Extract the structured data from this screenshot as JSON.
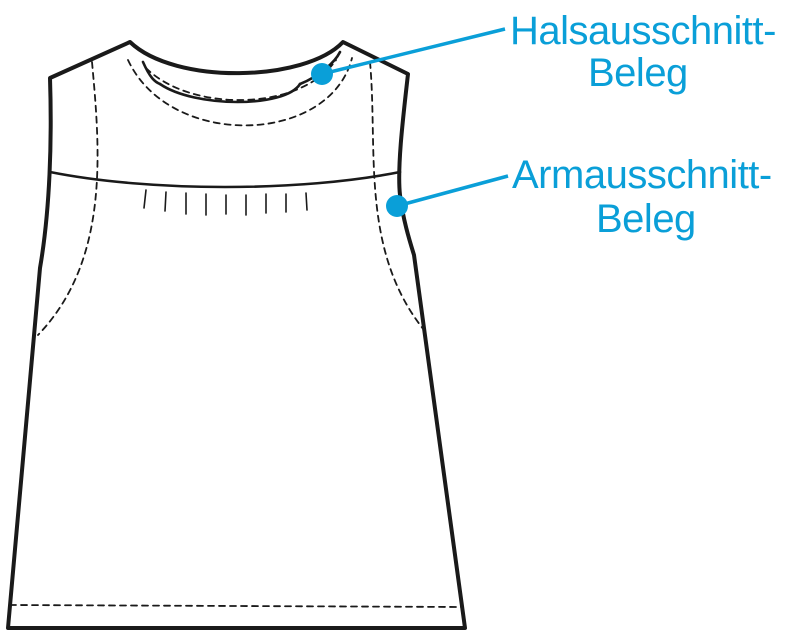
{
  "colors": {
    "accent": "#0a9fd8",
    "line": "#1a1a1a",
    "background": "#ffffff"
  },
  "labels": {
    "neck_facing": {
      "line1": "Halsausschnitt-",
      "line2": "Beleg"
    },
    "armhole_facing": {
      "line1": "Armausschnitt-",
      "line2": "Beleg"
    }
  }
}
